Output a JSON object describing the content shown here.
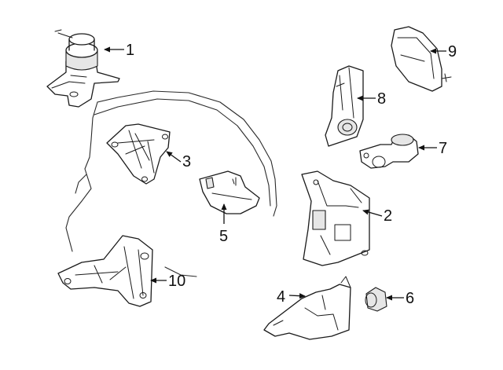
{
  "callouts": {
    "part1": "1",
    "part2": "2",
    "part3": "3",
    "part4": "4",
    "part5": "5",
    "part6": "6",
    "part7": "7",
    "part8": "8",
    "part9": "9",
    "part10": "10"
  }
}
